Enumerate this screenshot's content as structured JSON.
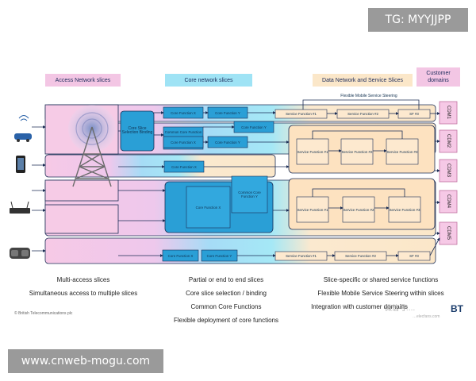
{
  "watermarks": {
    "top_right": "TG: MYYJJPP",
    "bottom_left": "www.cnweb-mogu.com",
    "wechat": "微信号:…",
    "wechat_url": "…elecfans.com"
  },
  "headers": {
    "access": "Access Network slices",
    "core": "Core network slices",
    "data": "Data Network and Service Slices",
    "customer": "Customer domains"
  },
  "steering": "Flexible Mobile Service Steering",
  "boxes": {
    "core_slice_selection": "Core Slice Selection Binding",
    "cf_x1": "Core Function X",
    "cf_y1": "Core Function Y",
    "common_core": "Common Core Function",
    "cf_x2": "Core Function X",
    "cf_y2": "Core Function Y",
    "cf_y3": "Core Function Y",
    "cf_x3": "Core Function X",
    "cf_x4": "Core Function X",
    "common_core_y": "Common Core Function Y",
    "cf_x5": "Core Function X",
    "cf_y5": "Core Function Y",
    "sf1a": "Service Function #1",
    "sf2a": "Service Function #2",
    "sf3a": "SF #3",
    "sf1b": "Service Function #1",
    "sf2b": "Service Function #2",
    "sf3b": "Service Function #3",
    "sf1c": "Service Function #1",
    "sf2c": "Service Function #2",
    "sf3c": "Service Function #3",
    "sf1d": "Service Function #1",
    "sf2d": "Service Function #2",
    "sf3d": "SF #3"
  },
  "domains": [
    "CDM1",
    "CDM2",
    "CDM3",
    "CDM4",
    "CDM5"
  ],
  "captions": {
    "left": [
      "Multi-access slices",
      "Simultaneous access to multiple slices"
    ],
    "middle": [
      "Partial or end to end slices",
      "Core slice selection / binding",
      "Common Core Functions",
      "Flexible deployment of core functions"
    ],
    "right": [
      "Slice-specific or shared service functions",
      "Flexible Mobile Service Steering within slices",
      "Integration with customer domains"
    ]
  },
  "copyright": "© British Telecommunications plc",
  "logo": "BT",
  "colors": {
    "access": "#f3c6e4",
    "core": "#9fe3f5",
    "data": "#fbe7c9",
    "box_blue": "#2a9fd6",
    "box_peach": "#fde9cf"
  }
}
